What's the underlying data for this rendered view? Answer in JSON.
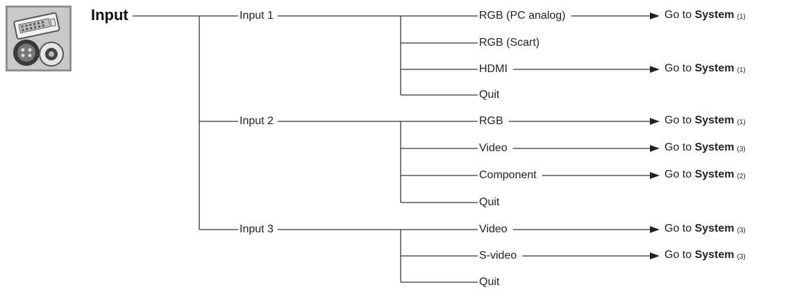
{
  "root": {
    "label": "Input"
  },
  "goto": {
    "prefix": "Go to",
    "target": "System"
  },
  "inputs": [
    {
      "label": "Input 1",
      "items": [
        {
          "label": "RGB (PC analog)",
          "ref": "(1)"
        },
        {
          "label": "RGB (Scart)"
        },
        {
          "label": "HDMI",
          "ref": "(1)"
        },
        {
          "label": "Quit"
        }
      ]
    },
    {
      "label": "Input 2",
      "items": [
        {
          "label": "RGB",
          "ref": "(1)"
        },
        {
          "label": "Video",
          "ref": "(3)"
        },
        {
          "label": "Component",
          "ref": "(2)"
        },
        {
          "label": "Quit"
        }
      ]
    },
    {
      "label": "Input 3",
      "items": [
        {
          "label": "Video",
          "ref": "(3)"
        },
        {
          "label": "S-video",
          "ref": "(3)"
        },
        {
          "label": "Quit"
        }
      ]
    }
  ]
}
